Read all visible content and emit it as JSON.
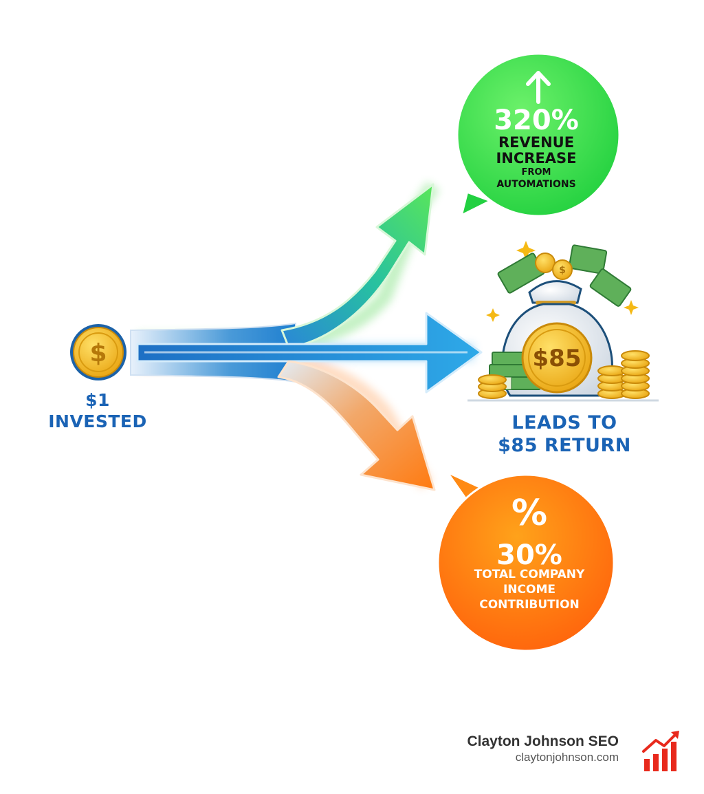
{
  "colors": {
    "green": "#2fdc4e",
    "blue": "#1a63b5",
    "orange": "#ff6a10",
    "gold": "#f5b915",
    "money_green": "#3a9a4a",
    "brand_red": "#e8291c"
  },
  "source": {
    "coin_symbol": "$",
    "label_line1": "$1",
    "label_line2": "INVESTED"
  },
  "outcome_revenue": {
    "icon": "up-arrow-icon",
    "value": "320%",
    "line1": "REVENUE",
    "line2": "INCREASE",
    "line3": "FROM",
    "line4": "AUTOMATIONS"
  },
  "outcome_return": {
    "coin_value": "$85",
    "bag_coin_symbol": "$",
    "label_line1": "LEADS TO",
    "label_line2": "$85 RETURN"
  },
  "outcome_income": {
    "symbol": "%",
    "value": "30%",
    "line1": "TOTAL COMPANY",
    "line2": "INCOME",
    "line3": "CONTRIBUTION"
  },
  "branding": {
    "name": "Clayton Johnson SEO",
    "url": "claytonjohnson.com",
    "logo_icon": "growth-chart-icon"
  }
}
